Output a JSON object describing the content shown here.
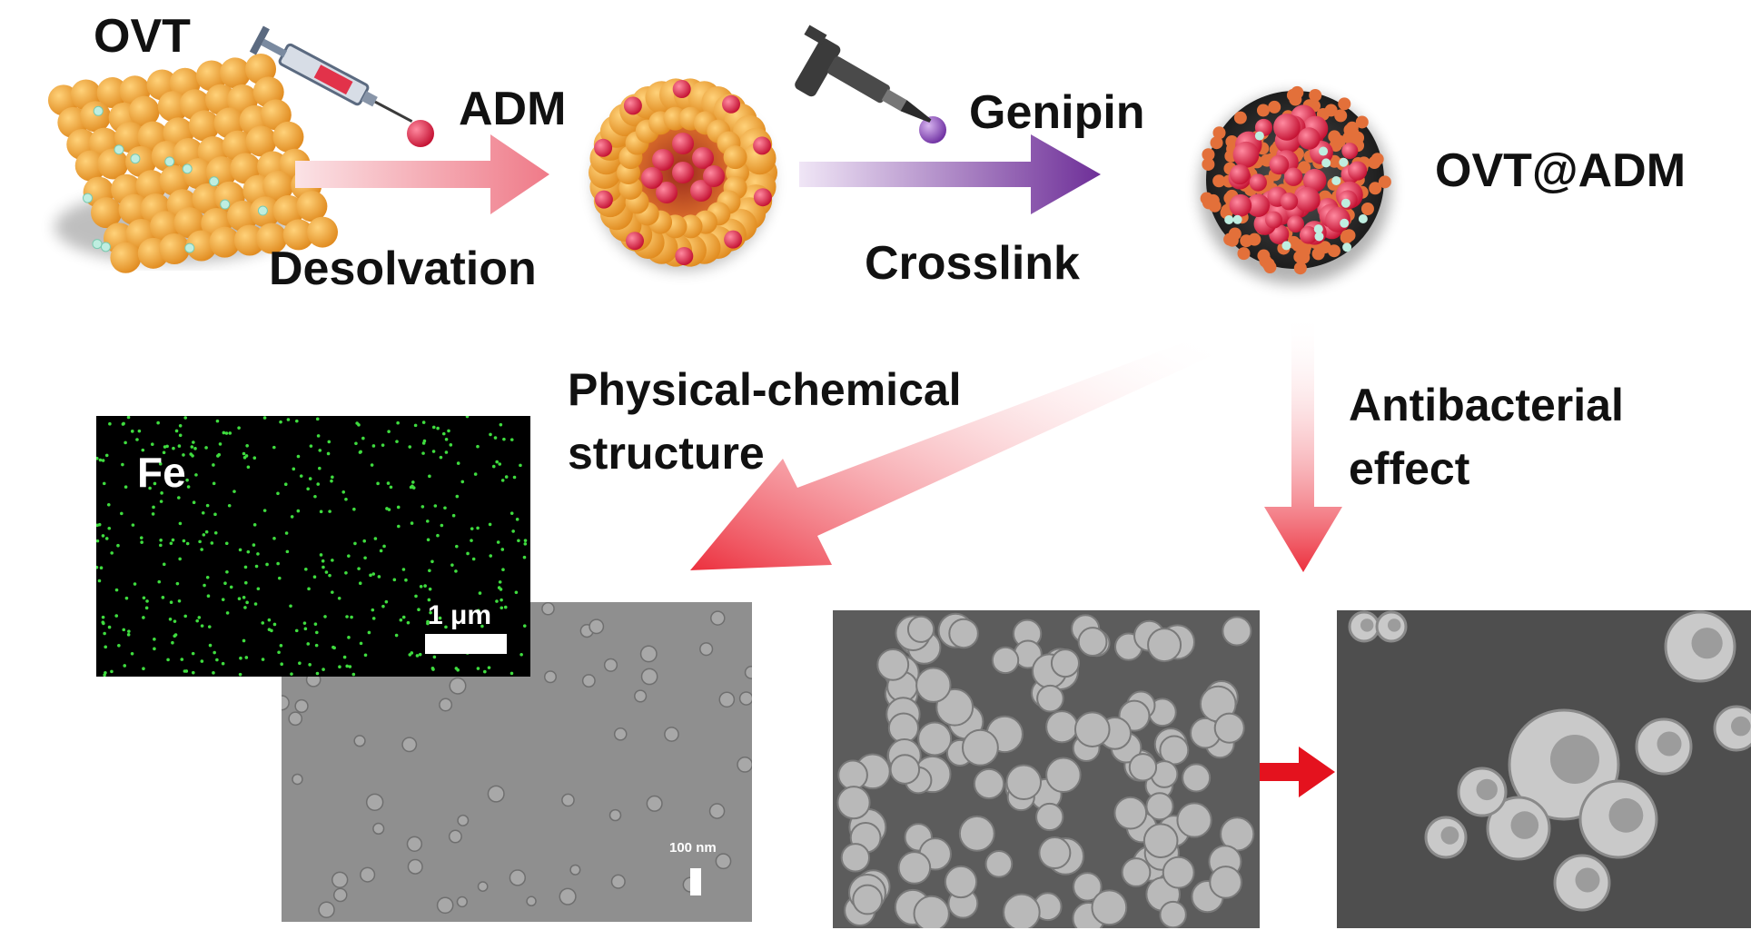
{
  "labels": {
    "ovt": "OVT",
    "adm": "ADM",
    "desolvation": "Desolvation",
    "genipin": "Genipin",
    "crosslink": "Crosslink",
    "product": "OVT@ADM",
    "physchem_line1": "Physical-chemical",
    "physchem_line2": "structure",
    "antibac_line1": "Antibacterial",
    "antibac_line2": "effect"
  },
  "panels": {
    "eds": {
      "element": "Fe",
      "scale_bar": "1 μm"
    },
    "sem_particles": {
      "scale_bar": "100 nm"
    },
    "sem_bacteria_before": {},
    "sem_bacteria_after": {}
  },
  "colors": {
    "ovt_particle": "#f0a640",
    "adm_particle": "#d8183a",
    "genipin_particle": "#8a4fc0",
    "arrow_red": "#ee3f4a",
    "arrow_purple": "#7b3fa0",
    "eds_dot": "#3fdc3f",
    "sem_gray": "#8c8c8c"
  },
  "icons": [
    "syringe-icon",
    "pipette-icon"
  ]
}
